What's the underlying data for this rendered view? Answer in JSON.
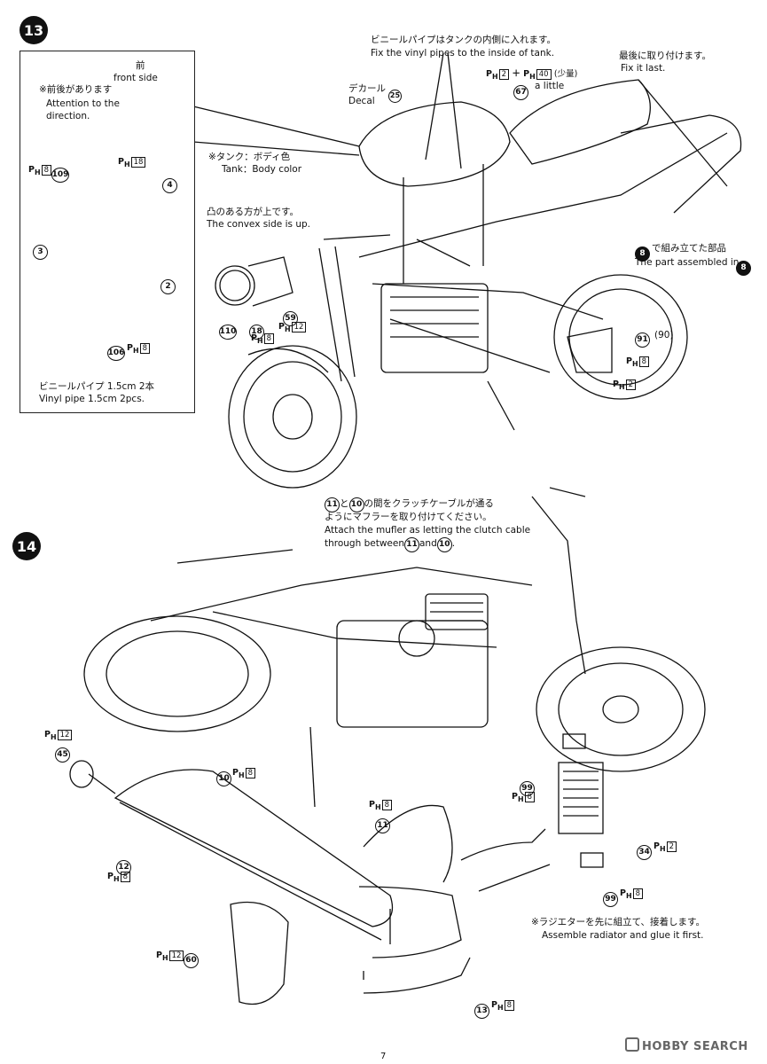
{
  "step13": {
    "number": "13",
    "inset": {
      "front_jp": "前",
      "front_en": "front side",
      "attention_jp": "※前後があります",
      "attention_en1": "Attention to the",
      "attention_en2": "direction.",
      "parts": {
        "p109": "109",
        "ph8_a": "8",
        "ph18_a": "18",
        "p4": "4",
        "p3": "3",
        "p2": "2",
        "p106": "106",
        "ph8_b": "8"
      },
      "vinyl_jp": "ビニールパイプ 1.5cm 2本",
      "vinyl_en": "Vinyl pipe 1.5cm 2pcs."
    },
    "vinyl_inside_jp": "ビニールパイプはタンクの内側に入れます。",
    "vinyl_inside_en": "Fix the vinyl pipes to the inside of tank.",
    "decal_jp": "デカール",
    "decal_num": "25",
    "decal_en": "Decal",
    "tank_color_jp": "※タンク：ボディ色",
    "tank_color_en": "Tank：Body color",
    "convex_jp": "凸のある方が上です。",
    "convex_en": "The convex side is up.",
    "ph_parts_top": {
      "a": "2",
      "b": "40",
      "note_jp": "(少量)",
      "note_en": "a little"
    },
    "p67": "67",
    "last_jp": "最後に取り付けます。",
    "last_en": "Fix it last.",
    "p8_jp": "で組み立てた部品",
    "p8_en": "The part assembled in",
    "p8": "8",
    "p110": "110",
    "p18": "18",
    "ph8_c": "8",
    "p59": "59",
    "ph12_a": "12",
    "p91": "91",
    "p90": "(90)",
    "ph8_d": "8",
    "ph2_a": "2"
  },
  "step14": {
    "number": "14",
    "clutch_jp1": "と",
    "clutch_jp2": "の間をクラッチケーブルが通る",
    "clutch_jp3": "ようにマフラーを取り付けてください。",
    "clutch_en1": "Attach the mufler as letting the clutch cable",
    "clutch_en2": "through between",
    "clutch_en3": "and",
    "p11": "11",
    "p10": "10",
    "ph12_b": "12",
    "p45": "45",
    "p10b": "10",
    "ph8_e": "8",
    "p12": "12",
    "ph8_f": "8",
    "ph8_g": "8",
    "p11b": "11",
    "p99a": "99",
    "ph8_h": "8",
    "p34": "34",
    "ph2_b": "2",
    "p99b": "99",
    "ph8_i": "8",
    "radiator_jp": "※ラジエターを先に組立て、接着します。",
    "radiator_en": "Assemble radiator and glue it first.",
    "ph12_c": "12",
    "p60": "60",
    "p13": "13",
    "ph8_j": "8"
  },
  "footer": {
    "page": "7",
    "watermark": "HOBBY SEARCH"
  }
}
